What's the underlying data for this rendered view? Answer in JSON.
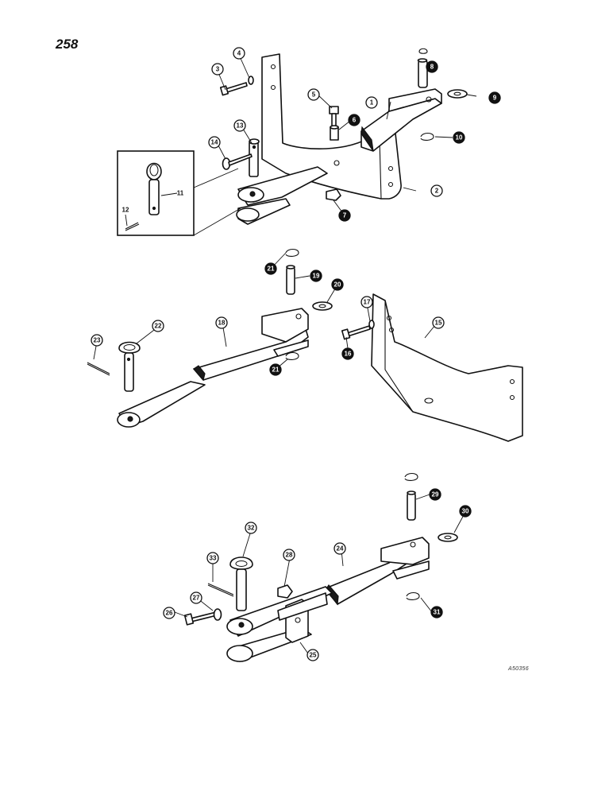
{
  "page_number": "258",
  "figure_code": "A50356",
  "groups": [
    {
      "name": "upper-drawbar-assembly",
      "callouts": [
        "1",
        "2",
        "3",
        "4",
        "5",
        "6",
        "7",
        "8",
        "9",
        "10",
        "11",
        "12",
        "13",
        "14"
      ]
    },
    {
      "name": "middle-swinging-drawbar",
      "callouts": [
        "15",
        "16",
        "17",
        "18",
        "19",
        "20",
        "21",
        "21",
        "22",
        "23"
      ]
    },
    {
      "name": "lower-clevis-drawbar",
      "callouts": [
        "24",
        "25",
        "26",
        "27",
        "28",
        "29",
        "30",
        "31",
        "32",
        "33"
      ]
    }
  ]
}
